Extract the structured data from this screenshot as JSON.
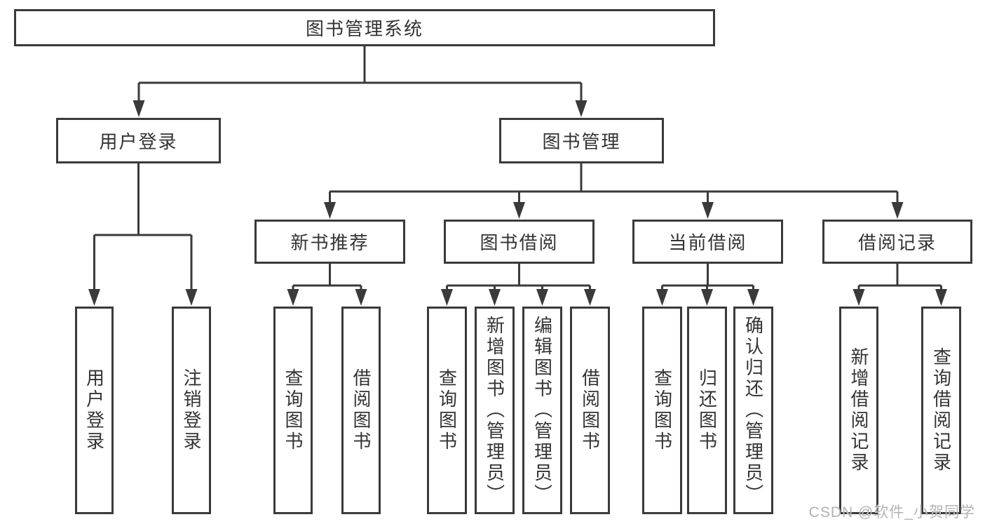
{
  "nodes": {
    "root": "图书管理系统",
    "level1": [
      "用户登录",
      "图书管理"
    ],
    "level2": [
      "新书推荐",
      "图书借阅",
      "当前借阅",
      "借阅记录"
    ],
    "login_children": [
      "用户登录",
      "注销登录"
    ],
    "recommend_children": [
      "查询图书",
      "借阅图书"
    ],
    "borrow_children": [
      "查询图书",
      "新增图书（管理员）",
      "编辑图书（管理员）",
      "借阅图书"
    ],
    "current_children": [
      "查询图书",
      "归还图书",
      "确认归还（管理员）"
    ],
    "records_children": [
      "新增借阅记录",
      "查询借阅记录"
    ]
  },
  "hierarchy": {
    "图书管理系统": [
      "用户登录",
      "图书管理"
    ],
    "用户登录": [
      "用户登录",
      "注销登录"
    ],
    "图书管理": [
      "新书推荐",
      "图书借阅",
      "当前借阅",
      "借阅记录"
    ],
    "新书推荐": [
      "查询图书",
      "借阅图书"
    ],
    "图书借阅": [
      "查询图书",
      "新增图书（管理员）",
      "编辑图书（管理员）",
      "借阅图书"
    ],
    "当前借阅": [
      "查询图书",
      "归还图书",
      "确认归还（管理员）"
    ],
    "借阅记录": [
      "新增借阅记录",
      "查询借阅记录"
    ]
  },
  "colors": {
    "line": "#3a3a3a",
    "box_border": "#3a3a3a",
    "text": "#333333",
    "background": "#ffffff",
    "watermark": "#b3b3b3"
  },
  "watermark": "CSDN @软件_小贺同学"
}
